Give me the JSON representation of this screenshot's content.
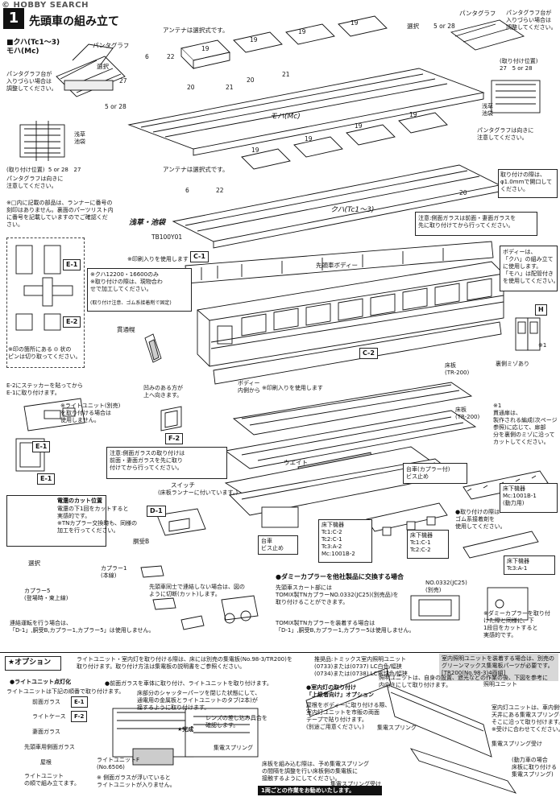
{
  "watermark": "HOBBY SEARCH",
  "step": {
    "number": "1",
    "title": "先頭車の組み立て"
  },
  "top_left": {
    "model": "■クハ(Tc1〜3)\nモハ(Mc)",
    "pantograph": "パンタグラフ",
    "select": "選択",
    "p27": "27",
    "p5or28": "5 or 28",
    "p28": "28",
    "note_loose": "パンタグラフ台が\n入りづらい場合は\n調整してください。",
    "sensha_ikebukuro": "浅草\n池袋",
    "attach_pos": "(取り付け位置)  5 or 28   27",
    "pantograph_dir": "パンタグラフは向きに\n注意してください。"
  },
  "center_top": {
    "antenna_select_1": "アンテナは選択式です。",
    "antenna_select_2": "アンテナは選択式です。",
    "n6": "6",
    "n22": "22",
    "n19": "19",
    "n20": "20",
    "n21": "21",
    "moha": "モハ(Mc)",
    "kuha": "クハ(Tc1〜3)",
    "tb100": "TB100Y01",
    "sensha_ikebukuro_diag": "浅草・池袋"
  },
  "top_right": {
    "select": "選択",
    "p5or28": "5 or 28",
    "pantograph": "パンタグラフ",
    "note_loose": "パンタグラフ台が\n入りづらい場合は\n調整してください。",
    "attach_pos": "(取り付け位置)\n27   5 or 28",
    "sensha_ikebukuro": "浅草\n池袋",
    "pantograph_dir": "パンタグラフは向きに\n注意してください。",
    "hole_note": "取り付けの際は、\nφ1.0mmで開口して\nください。"
  },
  "notes": {
    "runner_note": "※□内に記載の部品は、ランナーに番号の\n刻印はありません。裏面のパーツリスト内\nに番号を記載していますのでご確認くだ\nさい。",
    "e1": "E-1",
    "e2": "E-2",
    "pin_cut": "※印の箇所にある ⦶ 状の\nピンは切り取ってください。",
    "print_use": "※印刷入りを使用します",
    "c1": "C-1",
    "sentou_body": "先頭車ボディー",
    "kuha_note": "※クハ12200・16600のみ\n※取り付けの際は、現物合わ\nせで加工してください。",
    "kuha_note_2": "(取り付け注意、ゴム系接着剤で固定)",
    "side_glass_note_1": "注意:側面ガラスは前面・妻面ガラスを\n先に取り付けてから行ってください。",
    "body_note": "ボディーは、\n「クハ」の組み立て\nに使用します。\n「モハ」は配管付き\nを使用してください。",
    "kantsuhoro": "貫通幌",
    "c2": "C-2",
    "h": "H",
    "star1": "※1",
    "back_mizo": "裏側ミゾあり",
    "star1_note": "※1\n貫通扉は、\n製作される編成(次ページ\n参照)に応じて、扉部\n分を裏側のミゾに沿って\nカットしてください。",
    "e2_sticker": "E-2にステッカーを貼ってから\nE-1に取り付けます。",
    "light_unit": "※ライトユニット(別売)\nを取り付ける場合は\n使用しません。",
    "dent_upward": "凹みのある方が\n上へ向きます。",
    "body_inner": "ボディー\n内側から",
    "print_use_2": "※印刷入りを使用します",
    "f2": "F-2",
    "tr200_1": "床板\n(TR-200)",
    "tr200_2": "床板\n(TR-200)",
    "side_glass_note_2": "注意:側面ガラスの取り付けは\n前面・妻面ガラスを先に取り\n付けてから行ってください。",
    "weight": "ウエイト",
    "switch": "スイッチ",
    "runner_attached": "(床板ランナーに付いています。)",
    "e1b": "E-1",
    "daisha_coupler": "台車(カプラー付)\nビス止め",
    "under_mc": "床下機器\nMc:1001B-1\n(動力用)",
    "d1": "D-1",
    "denrei_cut": "電還のカット位置",
    "denrei_note": "電還の下1回をカットすると\n実感的です。\n※TNカプラー交換時も、同様の\n加工を行ってください。",
    "dougyo_b": "胴受B",
    "rubber_note": "●取り付けの際は\nゴム系接着剤を\n使用してください。",
    "under_tc1": "床下機器\nTc1:C-2\nTc2:C-1\nTc3:A-2\nMc:1001B-2",
    "under_tc_small": "床下機器\nTc1:C-1\nTc2:C-2",
    "daisha_bis": "台車\nビス止め",
    "under_tc3": "床下機器\nTc3:A-1",
    "select_coupler": "選択",
    "coupler1": "カプラー1\n(本線)",
    "coupler5": "カプラー5\n(登場時・東上線)",
    "coupler_note": "先頭車同士で連結しない場合は、図の\nように切断(カット)します。",
    "dummy_title": "●ダミーカプラーを他社製品に交換する場合",
    "dummy_body": "先頭車スカート部には\nTOMIX製TNカプラーNO.0332(JC25)(別売品)を\n取り付けることができます。",
    "no0332": "NO.0332(JC25)\n(別売)",
    "dummy_coupler_note": "※ダミーカプラーを取り付\nけた際と同様に、下\n1段目をカットすると\n実感的です。",
    "tomix_note": "TOMIX製TNカプラーを装着する場合は\n「D-1」,胴受B,カプラー1,カプラー5は使用しません。",
    "coupled_note": "連結運転を行う場合は、\n「D-1」,胴受B,カプラー1,カプラー5」は使用しません。"
  },
  "option": {
    "label": "★オプション",
    "light_note": "ライトユニット・室内灯を取り付ける際は、床には別売の集電板(No.98-3/TR200)を\n取り付けます。取り付け方法は集電板の説明書をご参照ください。",
    "recommend_title": "推奨品:トミックス室内照明ユニット",
    "recommend_body": "(0733)または(0737) LC白色/幅狭\n(0734)または(0738) LC電球色/幅狭",
    "right_box": "室内照明ユニットを装着する場合は、別売の\nグリーンマックス集電板パーツが必要です。\n[TR200(No.98-3)4両組]",
    "light_unit_head": "●ライトユニット点灯化",
    "order_label": "ライトユニットは下記の順番で取り付けます。",
    "order_1": "前面ガラス",
    "order_2": "ライトケース",
    "order_3": "妻面ガラス",
    "order_4": "先頭車用側面ガラス",
    "order_5": "屋根",
    "order_6": "ライトユニット\nの順で組み立てます。",
    "tag_e1": "E-1",
    "tag_f2": "F-2",
    "front_glass_note": "●前面ガラスを車体に取り付け、ライトユニットを取り付けます。",
    "shutter_note": "床部分のシャッターパーツを閉じた状態にして、\n通電用の金属板とライトユニットのタブ(2本)が\n接するように取り付けます。",
    "lens_note": "レンズの差し込み具合を\n確認します。",
    "light_unit_f": "ライトユニットF\n(No.6506)",
    "kansei": "★完成",
    "shuden_spring": "集電スプリング",
    "side_glass_light": "※ 側面ガラスが浮いていると\nライトユニットが入りません。",
    "floor_note": "床板を組み込む際は、予め集電スプリング\nの間隔を調整を行い床板側の集電板に\n接触するようにしてください。",
    "interior_head": "●室内灯の取り付け\n「上級者向け」オプション",
    "interior_body": "屋根をボディーに取り付ける際、\n室内灯ユニットを市販の両面\nテープで貼り付けます。\n(別途ご用意ください。)",
    "shuden_spring_2": "集電スプリング",
    "shuden_spring_3": "集電スプリング受け\n(トレーラー車)",
    "lighting_unit": "照明ユニット",
    "lighting_note": "照明ユニットは、自身の設置、遮光などの作業の後、下図を参考に\n内向きにして取り付けます。",
    "ceiling_note": "室内灯ユニットは、車内側側の\n天井にある集電スプリングに\nそこに沿って取り付けます。\n※受けに合わせてください。",
    "spring_recv": "集電スプリング受け",
    "motor_note": "(動力車の場合\n床板に取り付ける\n集電スプリング)",
    "bottom_line": "1両ごとの作業をお勧めいたします。"
  }
}
